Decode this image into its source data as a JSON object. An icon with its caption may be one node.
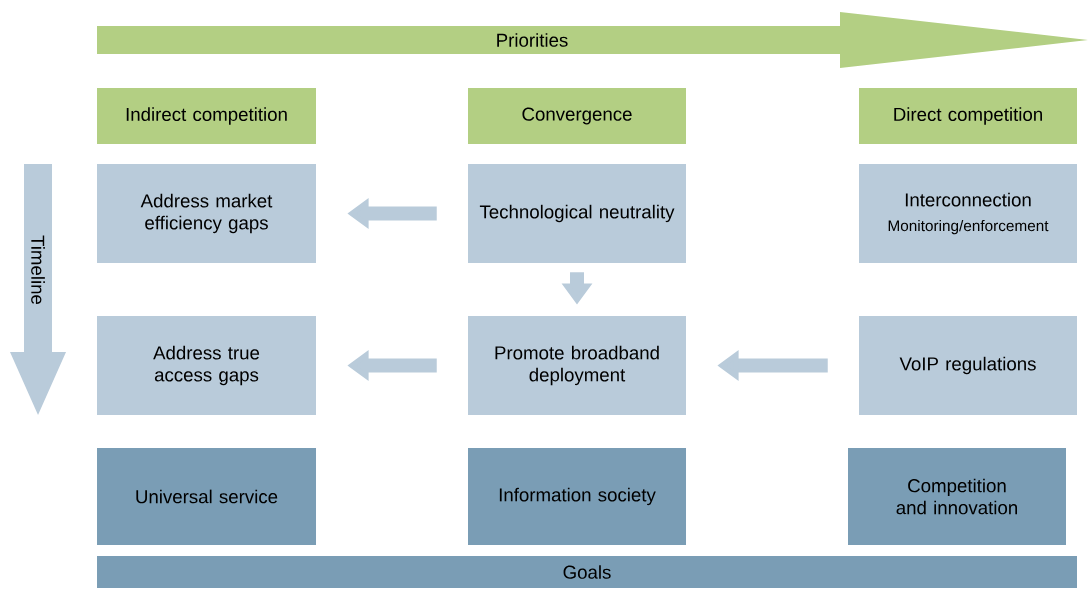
{
  "diagram": {
    "nodes": [
      {
        "text": [
          "Priorities"
        ]
      },
      {
        "text": [
          "Indirect competition"
        ]
      },
      {
        "text": [
          "Convergence"
        ]
      },
      {
        "text": [
          "Direct competition"
        ]
      },
      {
        "text": [
          "Address market efficiency gaps"
        ]
      },
      {
        "text": [
          "Technological neutrality"
        ]
      },
      {
        "text": [
          "Interconnection",
          "Monitoring/enforcement"
        ]
      },
      {
        "text": [
          "Address true access gaps"
        ]
      },
      {
        "text": [
          "Promote broadband deployment"
        ]
      },
      {
        "text": [
          "VoIP regulations"
        ]
      },
      {
        "text": [
          "Universal service"
        ]
      },
      {
        "text": [
          "Information society"
        ]
      },
      {
        "text": [
          "Competition and innovation"
        ]
      },
      {
        "text": [
          "Goals"
        ]
      },
      {
        "text": [
          "Timeline"
        ]
      }
    ],
    "edges": [
      {
        "from": 5,
        "to": 4,
        "arrow": "to"
      },
      {
        "from": 5,
        "to": 8,
        "arrow": "to"
      },
      {
        "from": 8,
        "to": 7,
        "arrow": "to"
      },
      {
        "from": 9,
        "to": 8,
        "arrow": "to"
      }
    ]
  }
}
